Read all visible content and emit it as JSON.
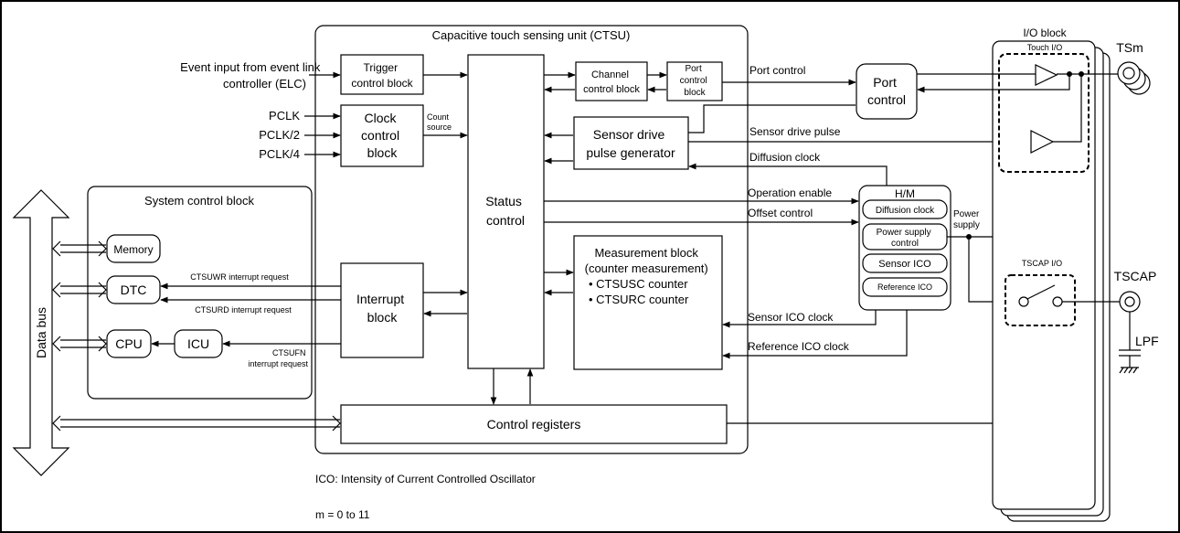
{
  "ctsu": {
    "title": "Capacitive touch sensing unit (CTSU)",
    "trigger": [
      "Trigger",
      "control block"
    ],
    "clock": [
      "Clock",
      "control",
      "block"
    ],
    "count_source": [
      "Count",
      "source"
    ],
    "status": [
      "Status",
      "control"
    ],
    "channel": [
      "Channel",
      "control block"
    ],
    "port_control_block": [
      "Port",
      "control",
      "block"
    ],
    "sensor_drive": [
      "Sensor drive",
      "pulse generator"
    ],
    "interrupt": [
      "Interrupt",
      "block"
    ],
    "measurement": [
      "Measurement block",
      "(counter measurement)",
      "• CTSUSC counter",
      "• CTSURC counter"
    ],
    "control_registers": "Control registers"
  },
  "inputs": {
    "elc": [
      "Event input from event link",
      "controller (ELC)"
    ],
    "pclk": "PCLK",
    "pclk2": "PCLK/2",
    "pclk4": "PCLK/4"
  },
  "system": {
    "title": "System control block",
    "memory": "Memory",
    "dtc": "DTC",
    "cpu": "CPU",
    "icu": "ICU",
    "ctsuwr": "CTSUWR interrupt request",
    "ctsurd": "CTSURD interrupt request",
    "ctsufn": [
      "CTSUFN",
      "interrupt request"
    ],
    "data_bus": "Data bus"
  },
  "signals": {
    "port_control": "Port control",
    "sensor_drive_pulse": "Sensor drive pulse",
    "diffusion_clock": "Diffusion clock",
    "operation_enable": "Operation enable",
    "offset_control": "Offset control",
    "sensor_ico_clock": "Sensor ICO clock",
    "reference_ico_clock": "Reference ICO clock",
    "power_supply": [
      "Power",
      "supply"
    ]
  },
  "port_control_unit": [
    "Port",
    "control"
  ],
  "hm": {
    "title": "H/M",
    "diffusion": "Diffusion clock",
    "power": [
      "Power supply",
      "control"
    ],
    "sensor_ico": "Sensor ICO",
    "reference_ico": "Reference ICO"
  },
  "io": {
    "title": "I/O block",
    "touch_io": "Touch I/O",
    "tscap_io": "TSCAP I/O",
    "tsm": "TSm",
    "tscap": "TSCAP",
    "lpf": "LPF"
  },
  "notes": {
    "ico": "ICO: Intensity of Current Controlled Oscillator",
    "m_range": "m = 0 to 11"
  }
}
